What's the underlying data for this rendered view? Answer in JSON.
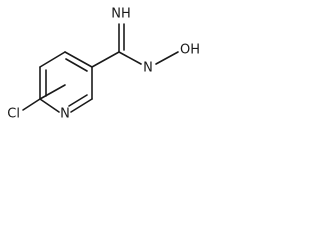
{
  "molecule": {
    "atoms": {
      "chlorine": "Cl",
      "ring_nitrogen": "N",
      "imine": "NH",
      "amine_nitrogen": "N",
      "hydroxyl": "OH"
    }
  }
}
